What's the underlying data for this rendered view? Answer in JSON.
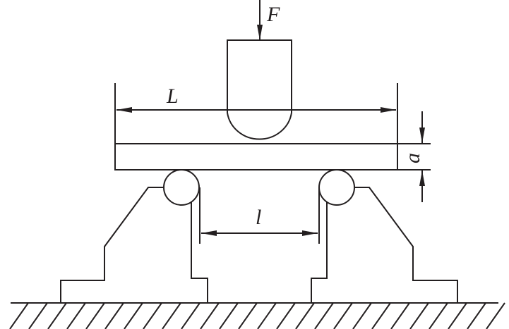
{
  "labels": {
    "force": "F",
    "length": "L",
    "span": "l",
    "thickness": "a"
  },
  "colors": {
    "line": "#231f20",
    "background": "#ffffff"
  }
}
